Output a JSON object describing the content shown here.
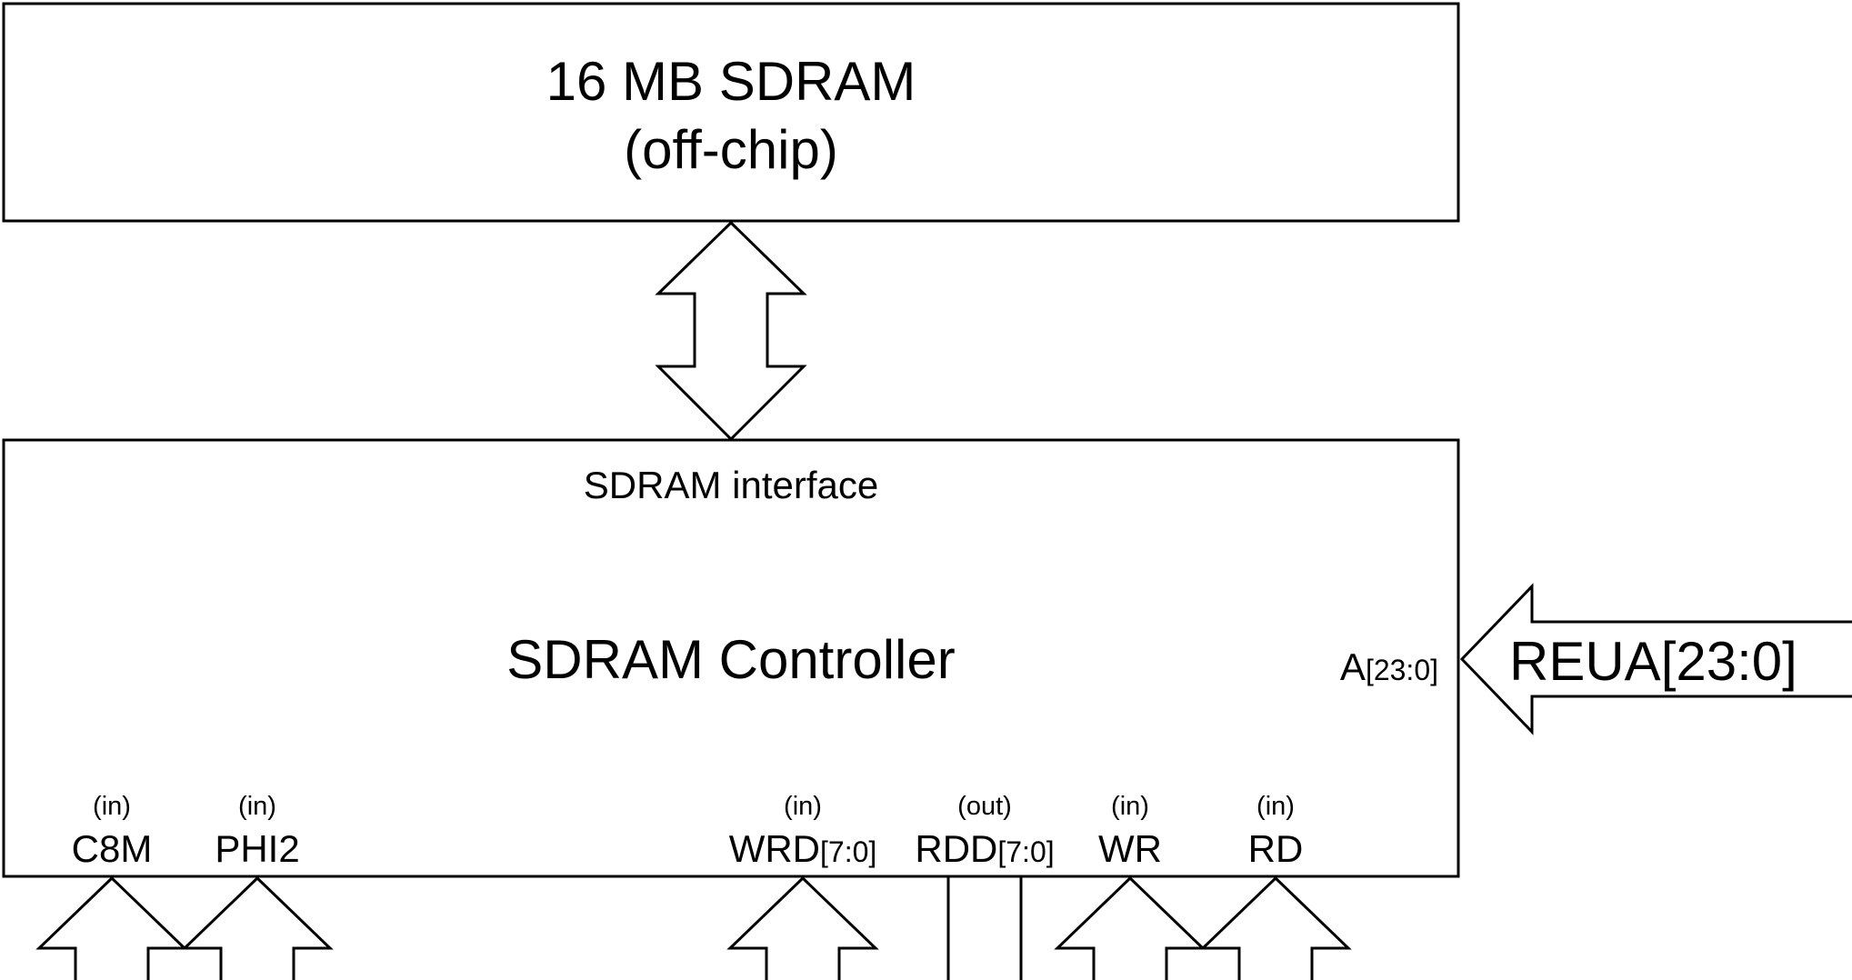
{
  "sdram_chip": {
    "title_line1": "16 MB SDRAM",
    "title_line2": "(off-chip)"
  },
  "controller": {
    "title": "SDRAM Controller",
    "interface_label": "SDRAM interface",
    "address_pin": {
      "name": "A",
      "bits": "[23:0]"
    }
  },
  "external_address_signal": "REUA[23:0]",
  "bottom_pins": [
    {
      "name": "C8M",
      "bits": "",
      "direction": "(in)"
    },
    {
      "name": "PHI2",
      "bits": "",
      "direction": "(in)"
    },
    {
      "name": "WRD",
      "bits": "[7:0]",
      "direction": "(in)"
    },
    {
      "name": "RDD",
      "bits": "[7:0]",
      "direction": "(out)"
    },
    {
      "name": "WR",
      "bits": "",
      "direction": "(in)"
    },
    {
      "name": "RD",
      "bits": "",
      "direction": "(in)"
    }
  ]
}
